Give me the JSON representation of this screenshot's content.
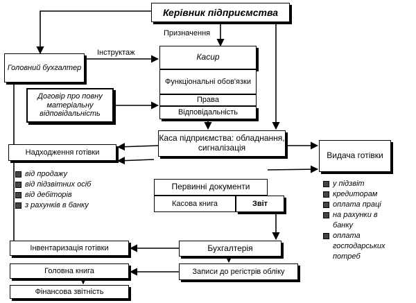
{
  "boxes": {
    "director": "Керівник підприємства",
    "chief_accountant": "Головний бухгалтер",
    "contract": "Договір про повну матеріальну відповідальність",
    "cashier": "Касир",
    "duties": "Функціональні обов'язки",
    "rights": "Права",
    "responsibility": "Відповідальність",
    "cash_desk": "Каса підприємства: обладнання, сигналізація",
    "cash_receipts": "Надходження готівки",
    "cash_issuance": "Видача готівки",
    "primary_docs": "Первинні документи",
    "cash_book": "Касова книга",
    "report": "Звіт",
    "accounting": "Бухгалтерія",
    "inventory": "Інвентаризація готівки",
    "ledger_entries": "Записи до регістрів обліку",
    "general_ledger": "Головна книга",
    "fin_statements": "Фінансова звітність"
  },
  "edge_labels": {
    "appointment": "Призначення",
    "instruction": "Інструктаж"
  },
  "receipts_sources": [
    "від продажу",
    "від підзвітних осіб",
    "від дебіторів",
    "з рахунків в банку"
  ],
  "issuance_targets": [
    "у підзвіт",
    "кредиторам",
    "оплата праці",
    "на рахунки в банку",
    "оплата господарських потреб"
  ]
}
